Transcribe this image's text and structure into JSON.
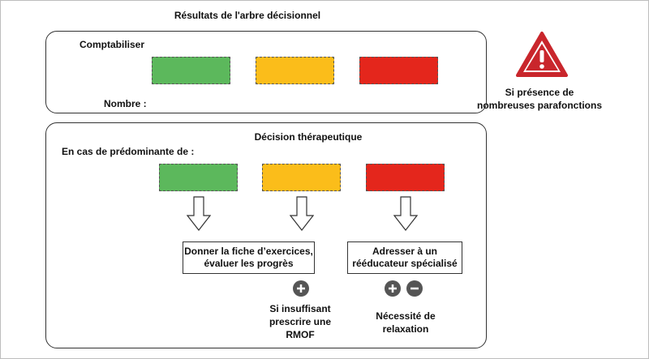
{
  "title": "Résultats de l'arbre décisionnel",
  "top_panel": {
    "count_label": "Comptabiliser",
    "number_label": "Nombre :"
  },
  "warning": {
    "icon": "warning-triangle-icon",
    "line1": "Si présence de",
    "line2": "nombreuses parafonctions"
  },
  "bottom_panel": {
    "title": "Décision thérapeutique",
    "predominance_label": "En cas de prédominante de :",
    "box_left": {
      "line1": "Donner la fiche d’exercices,",
      "line2": "évaluer les progrès"
    },
    "box_right": {
      "line1": "Adresser à un",
      "line2": "rééducateur spécialisé"
    },
    "plus_note": {
      "line1": "Si insuffisant",
      "line2": "prescrire une",
      "line3": "RMOF"
    },
    "relax_note": {
      "line1": "Nécessité de",
      "line2": "relaxation"
    }
  },
  "colors": {
    "green": "#5cb85c",
    "yellow": "#fbbd1a",
    "red": "#e4261c",
    "warning_red": "#c9262c",
    "sign_gray": "#555555"
  }
}
